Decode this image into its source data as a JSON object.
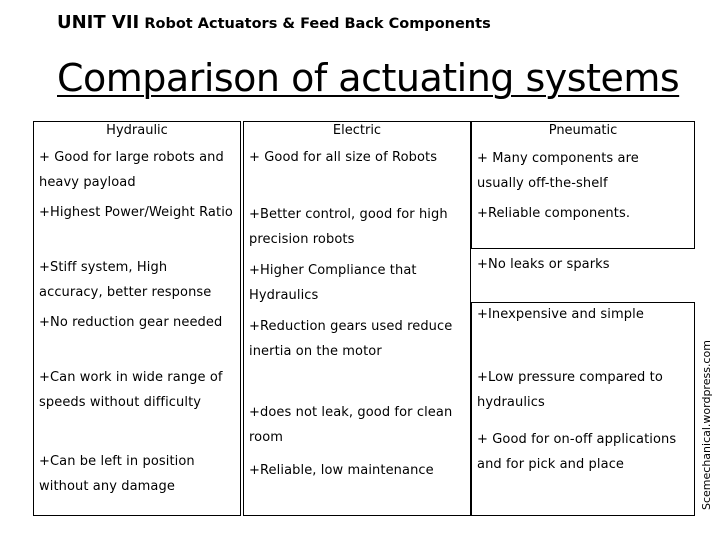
{
  "header": {
    "unit_lead": "UNIT VII",
    "unit_rest": "Robot Actuators &  Feed Back Components"
  },
  "title": "Comparison of actuating systems",
  "columns": {
    "hydraulic": {
      "heading": "Hydraulic",
      "items": [
        "+ Good for large robots and heavy payload",
        "+Highest Power/Weight Ratio",
        "+Stiff system, High accuracy, better response",
        "+No reduction gear needed",
        "+Can work in wide range of speeds without difficulty",
        "+Can be left in position without any damage"
      ]
    },
    "electric": {
      "heading": "Electric",
      "items": [
        "+ Good for all size of Robots",
        "+Better control, good for high precision robots",
        "+Higher Compliance that Hydraulics",
        "+Reduction gears used reduce inertia on the motor",
        "+does not leak, good for clean room",
        "+Reliable, low maintenance"
      ]
    },
    "pneumatic": {
      "heading": "Pneumatic",
      "items": [
        "+ Many components are usually off-the-shelf",
        "+Reliable components.",
        "+No leaks or sparks",
        "+Inexpensive and simple",
        "+Low pressure compared to hydraulics",
        "+ Good for on-off applications and for pick and place"
      ]
    }
  },
  "watermark": "Scemechanical.wordpress.com"
}
